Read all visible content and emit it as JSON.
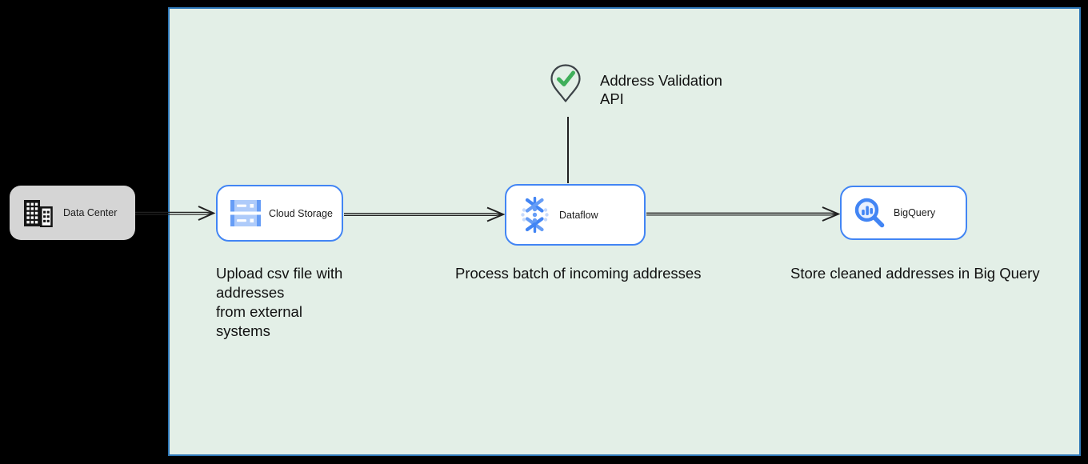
{
  "colors": {
    "panel_bg": "#e3efe7",
    "panel_border": "#2e78b8",
    "node_bg": "#ffffff",
    "node_border": "#4285f4",
    "datacenter_bg": "#d5d5d5",
    "edge": "#212121",
    "text": "#111111",
    "icon_blue": "#4285f4",
    "icon_blue_mid": "#669df6",
    "icon_blue_light": "#aecbfa",
    "check_green": "#3fae5a",
    "pin_outline": "#3d4348"
  },
  "nodes": {
    "datacenter": {
      "label": "Data Center"
    },
    "cloud_storage": {
      "label": "Cloud Storage"
    },
    "dataflow": {
      "label": "Dataflow"
    },
    "bigquery": {
      "label": "BigQuery"
    }
  },
  "annotation": {
    "line1": "Address Validation",
    "line2": "API"
  },
  "captions": {
    "upload": {
      "lines": [
        "Upload csv file with",
        "addresses",
        "from external",
        "systems"
      ]
    },
    "process": "Process batch of incoming addresses",
    "store": "Store cleaned addresses in Big Query"
  }
}
